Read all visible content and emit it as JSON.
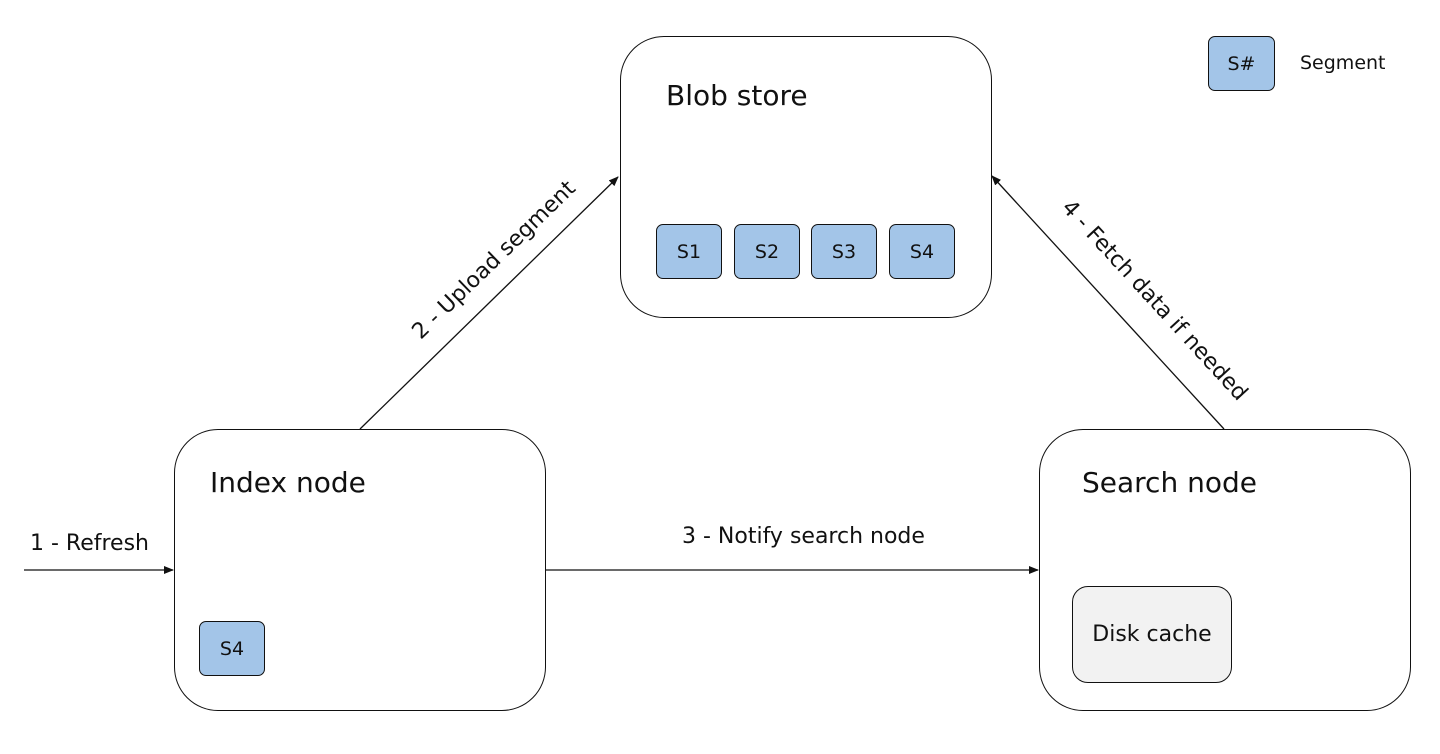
{
  "nodes": {
    "blob_store": {
      "title": "Blob store",
      "segments": [
        "S1",
        "S2",
        "S3",
        "S4"
      ]
    },
    "index_node": {
      "title": "Index node",
      "segments": [
        "S4"
      ]
    },
    "search_node": {
      "title": "Search node",
      "cache_label": "Disk cache"
    }
  },
  "edges": {
    "refresh": "1 - Refresh",
    "upload": "2 - Upload segment",
    "notify": "3 - Notify search node",
    "fetch": "4 - Fetch data if needed"
  },
  "legend": {
    "symbol": "S#",
    "label": "Segment"
  },
  "colors": {
    "segment_fill": "#a3c5e8",
    "cache_fill": "#f2f2f2",
    "stroke": "#111111"
  }
}
